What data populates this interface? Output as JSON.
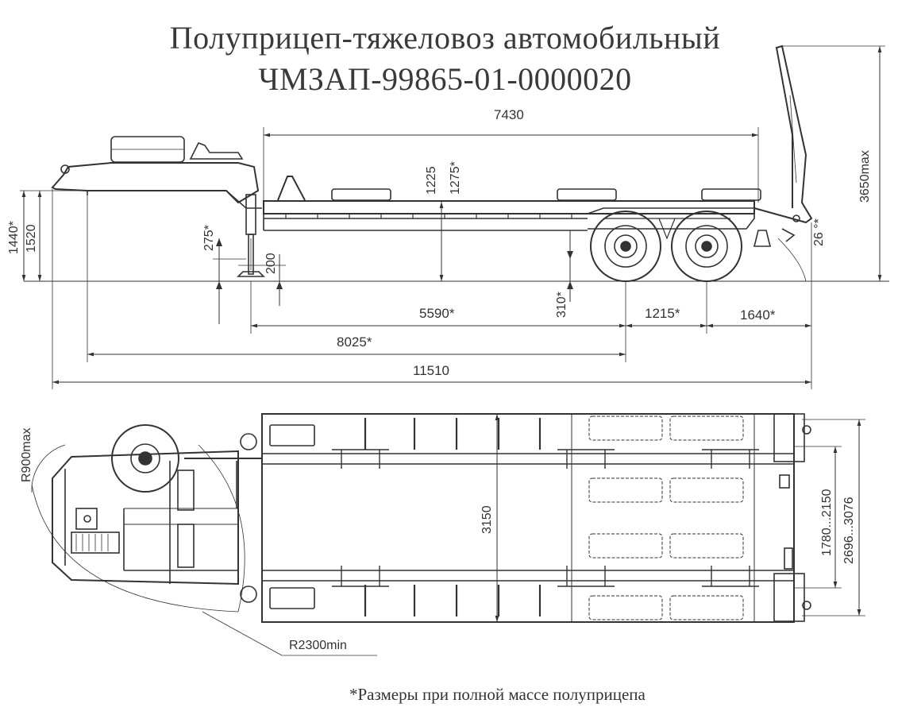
{
  "title": {
    "line1": "Полуприцеп-тяжеловоз автомобильный",
    "line2": "ЧМЗАП-99865-01-0000020"
  },
  "side_view": {
    "dim_length_deck": "7430",
    "dim_height_ramp": "3650max",
    "dim_deck_1225": "1225",
    "dim_deck_1275": "1275*",
    "dim_coupling_1440": "1440*",
    "dim_coupling_1520": "1520",
    "dim_support_275": "275*",
    "dim_support_200": "200",
    "dim_clearance_310": "310*",
    "dim_angle": "26 °*",
    "dim_5590": "5590*",
    "dim_1215": "1215*",
    "dim_1640": "1640*",
    "dim_8025": "8025*",
    "dim_overall": "11510"
  },
  "top_view": {
    "dim_r900": "R900max",
    "dim_r2300": "R2300min",
    "dim_width_3150": "3150",
    "dim_track": "1780...2150",
    "dim_width_range": "2696...3076"
  },
  "footnote": "*Размеры при полной массе полуприцепа"
}
